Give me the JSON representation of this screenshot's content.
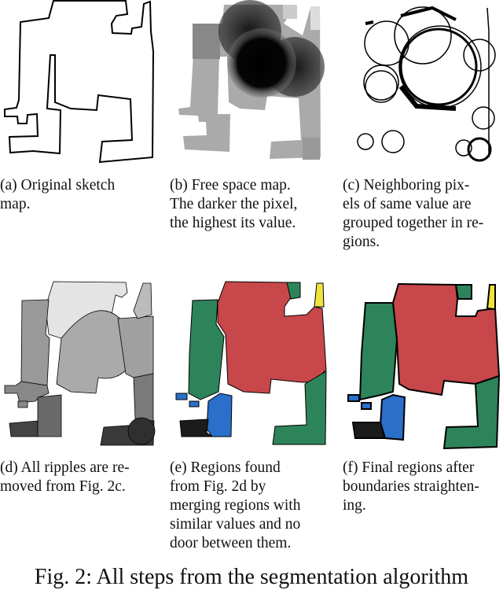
{
  "figure": {
    "colors": {
      "red": "#c8474a",
      "green": "#2e845a",
      "blue": "#2a6fc9",
      "yellow": "#f0e43c",
      "black": "#1b1b1b"
    },
    "subfigures": [
      {
        "id": "a",
        "image": "original-sketch-map",
        "caption_lines": [
          "(a)  Original  sketch",
          "map."
        ]
      },
      {
        "id": "b",
        "image": "free-space-map",
        "caption_lines": [
          "(b) Free space map.",
          "The darker the pixel,",
          "the highest its value."
        ]
      },
      {
        "id": "c",
        "image": "neighboring-pixels-regions",
        "caption_lines": [
          "(c) Neighboring pix-",
          "els of same value are",
          "grouped together in re-",
          "gions."
        ]
      },
      {
        "id": "d",
        "image": "ripples-removed",
        "caption_lines": [
          "(d) All ripples are re-",
          "moved from Fig. 2c."
        ]
      },
      {
        "id": "e",
        "image": "merged-regions",
        "caption_lines": [
          "(e)   Regions   found",
          "from   Fig.   2d   by",
          "merging regions with",
          "similar values and no",
          "door between them."
        ]
      },
      {
        "id": "f",
        "image": "final-regions",
        "caption_lines": [
          "(f) Final regions after",
          "boundaries straighten-",
          "ing."
        ]
      }
    ],
    "main_caption": "Fig. 2: All steps from the segmentation algorithm"
  }
}
